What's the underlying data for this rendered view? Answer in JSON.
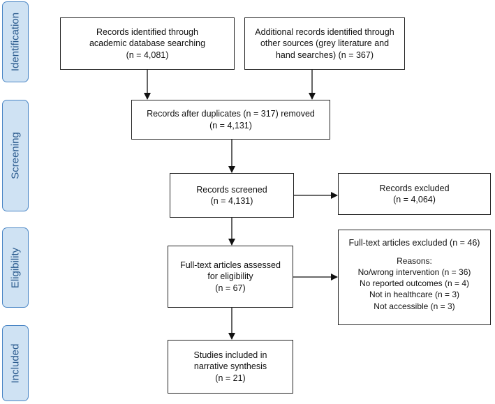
{
  "phases": {
    "identification": "Identification",
    "screening": "Screening",
    "eligibility": "Eligibility",
    "included": "Included"
  },
  "boxes": {
    "database": {
      "lines": [
        "Records identified through",
        "academic database searching",
        "(n = 4,081)"
      ]
    },
    "additional": {
      "lines": [
        "Additional records identified through",
        "other sources (grey literature and",
        "hand searches) (n = 367)"
      ]
    },
    "duplicates": {
      "lines": [
        "Records after duplicates (n = 317) removed",
        "(n = 4,131)"
      ]
    },
    "screened": {
      "lines": [
        "Records screened",
        "(n = 4,131)"
      ]
    },
    "excluded": {
      "lines": [
        "Records excluded",
        "(n = 4,064)"
      ]
    },
    "fulltext": {
      "lines": [
        "Full-text articles assessed",
        "for eligibility",
        "(n = 67)"
      ]
    },
    "fulltext_excluded": {
      "title": "Full-text articles excluded (n = 46)",
      "reasons": [
        "Reasons:",
        "No/wrong intervention (n = 36)",
        "No reported outcomes (n = 4)",
        "Not in healthcare (n = 3)",
        "Not accessible (n = 3)"
      ]
    },
    "included": {
      "lines": [
        "Studies included in",
        "narrative synthesis",
        "(n = 21)"
      ]
    }
  }
}
